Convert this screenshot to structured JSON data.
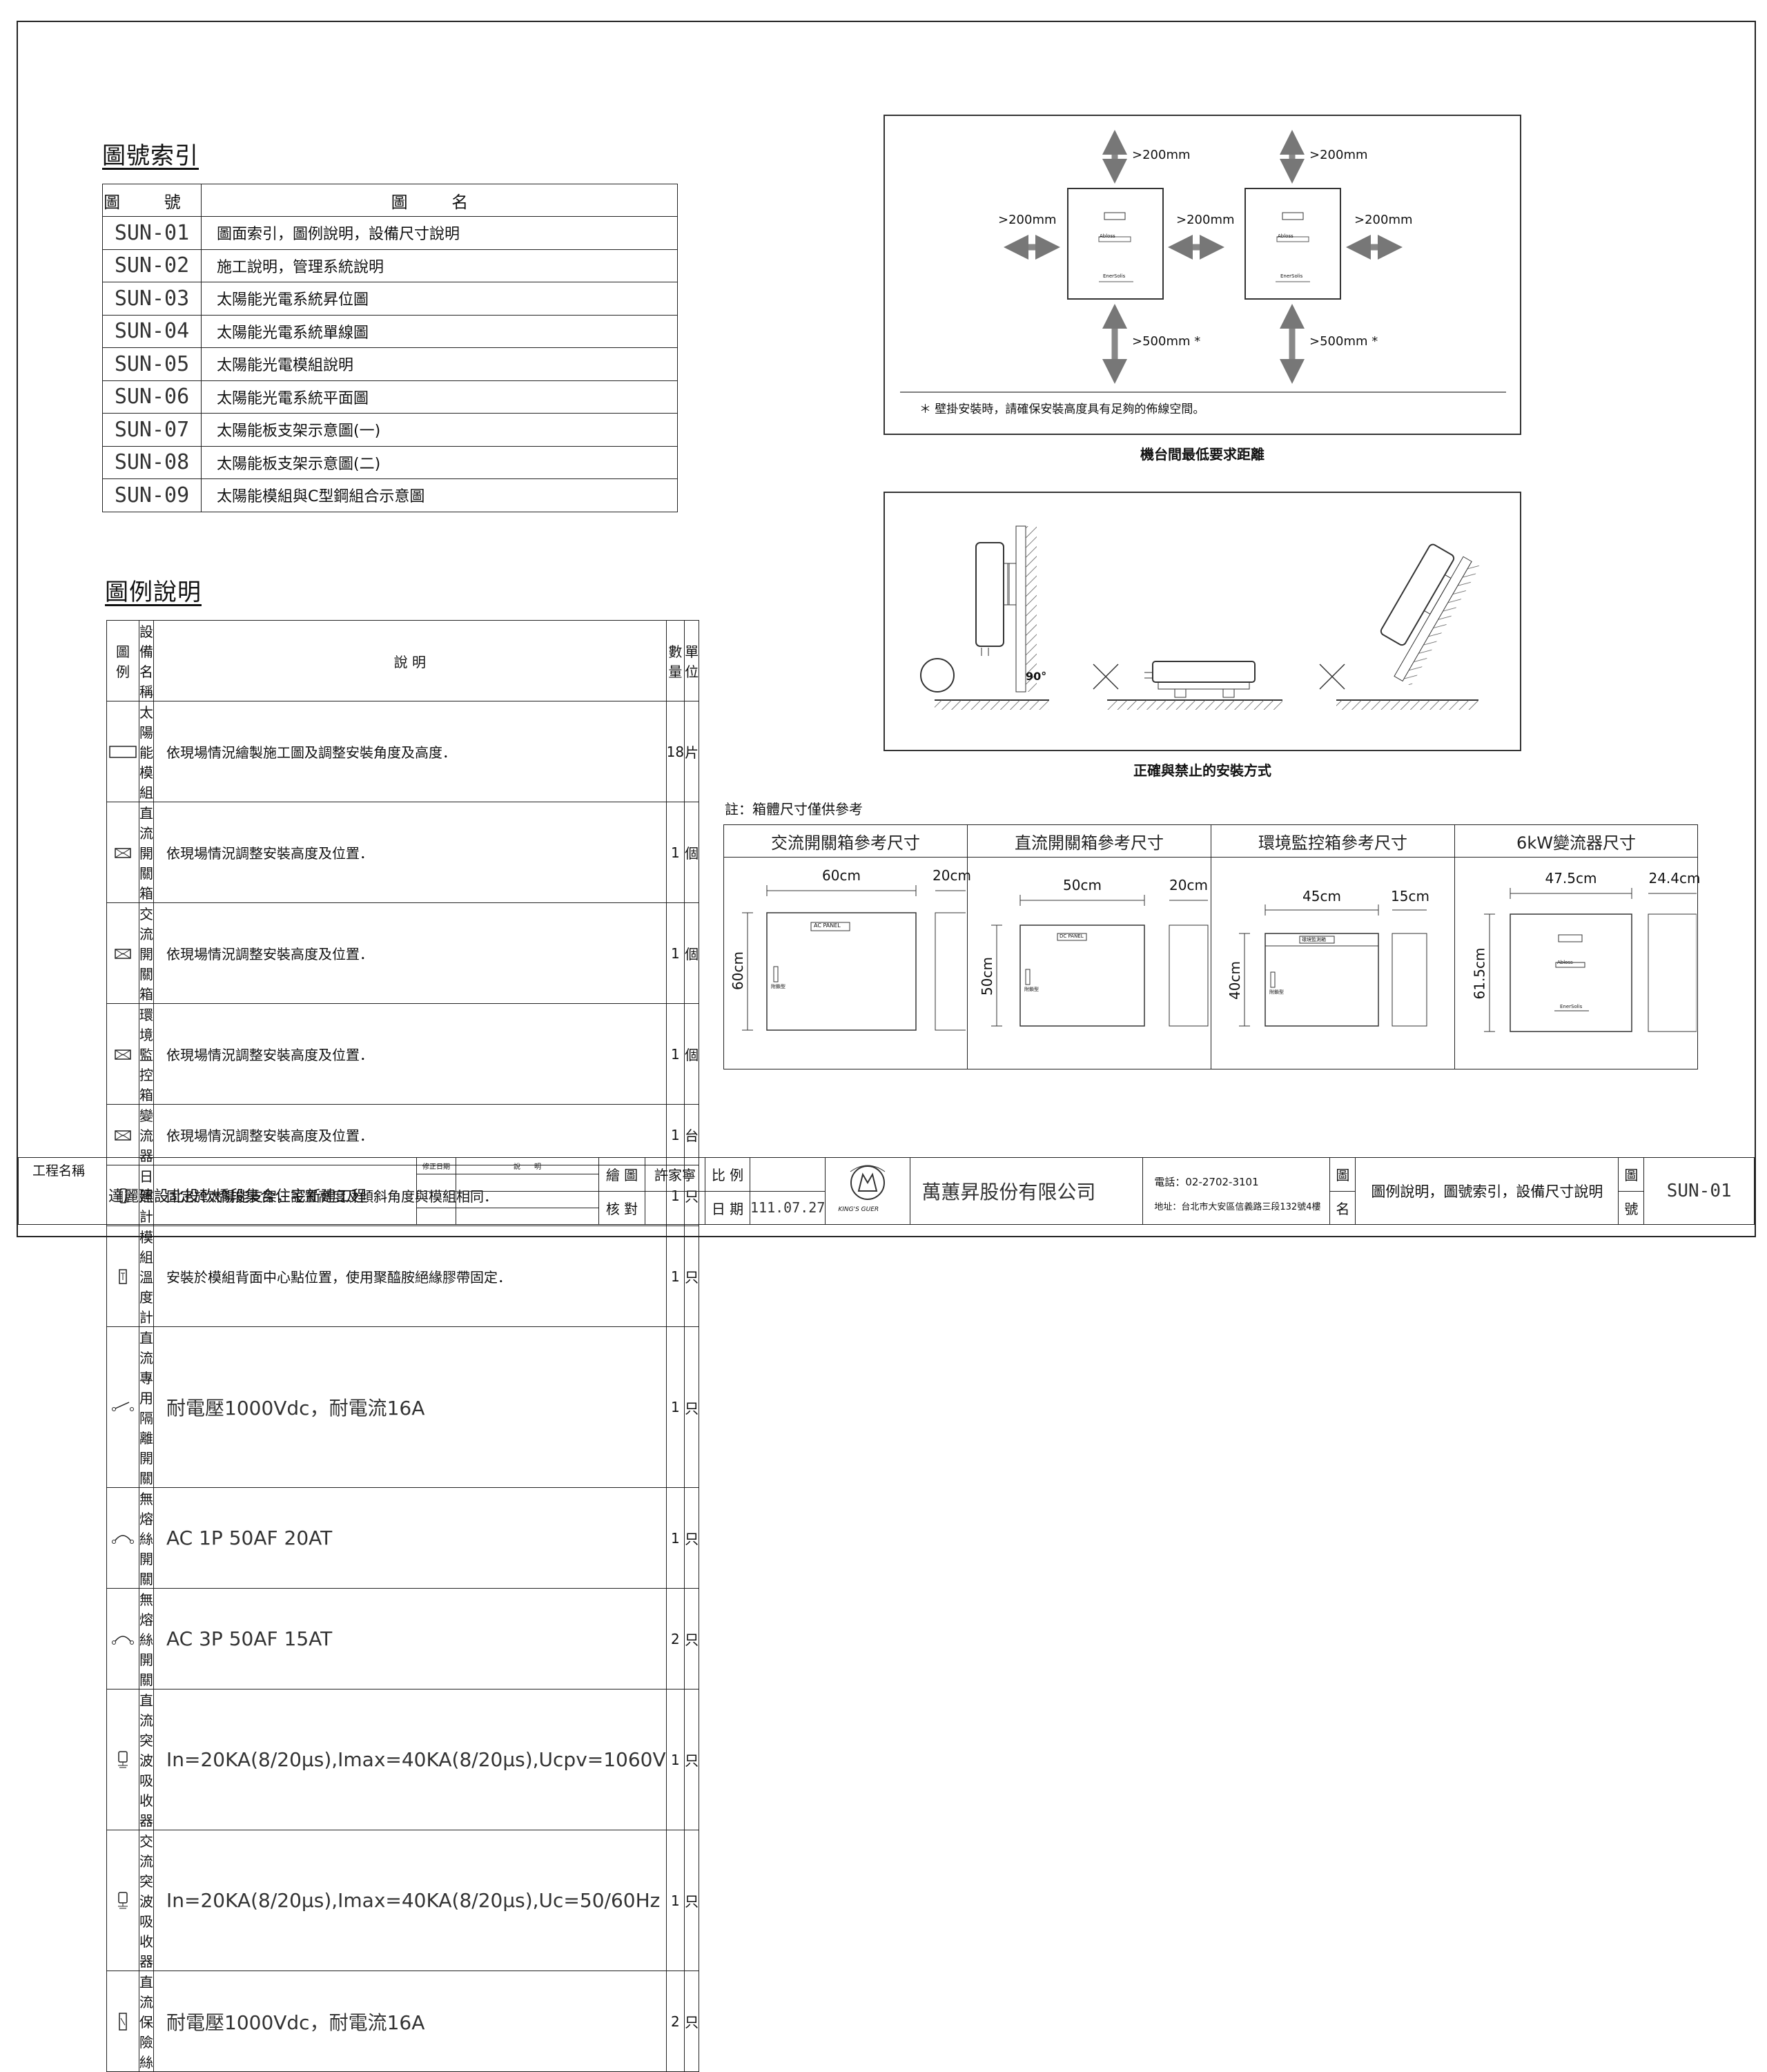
{
  "drawing_index": {
    "title": "圖號索引",
    "headers": [
      "圖 號",
      "圖 名"
    ],
    "rows": [
      {
        "code": "SUN-01",
        "name": "圖面索引，圖例說明，設備尺寸說明"
      },
      {
        "code": "SUN-02",
        "name": "施工說明，管理系統說明"
      },
      {
        "code": "SUN-03",
        "name": "太陽能光電系統昇位圖"
      },
      {
        "code": "SUN-04",
        "name": "太陽能光電系統單線圖"
      },
      {
        "code": "SUN-05",
        "name": "太陽能光電模組說明"
      },
      {
        "code": "SUN-06",
        "name": "太陽能光電系統平面圖"
      },
      {
        "code": "SUN-07",
        "name": "太陽能板支架示意圖(一)"
      },
      {
        "code": "SUN-08",
        "name": "太陽能板支架示意圖(二)"
      },
      {
        "code": "SUN-09",
        "name": "太陽能模組與C型鋼組合示意圖"
      }
    ]
  },
  "legend": {
    "title": "圖例說明",
    "headers": [
      "圖 例",
      "設備名稱",
      "說 明",
      "數量",
      "單位"
    ],
    "rows": [
      {
        "symbol": "rect-icon",
        "name": "太陽能模組",
        "desc": "依現場情況繪製施工圖及調整安裝角度及高度．",
        "qty": "18",
        "unit": "片"
      },
      {
        "symbol": "box-icon",
        "name": "直流開關箱",
        "desc": "依現場情況調整安裝高度及位置．",
        "qty": "1",
        "unit": "個"
      },
      {
        "symbol": "box-icon",
        "name": "交流開關箱",
        "desc": "依現場情況調整安裝高度及位置．",
        "qty": "1",
        "unit": "個"
      },
      {
        "symbol": "box-icon",
        "name": "環境監控箱",
        "desc": "依現場情況調整安裝高度及位置．",
        "qty": "1",
        "unit": "個"
      },
      {
        "symbol": "box-icon",
        "name": "變流器",
        "desc": "依現場情況調整安裝高度及位置．",
        "qty": "1",
        "unit": "台"
      },
      {
        "symbol": "irradiance-icon",
        "name": "日照計",
        "desc": "固定於太陽能支架，設置高度及傾斜角度與模組相同．",
        "qty": "1",
        "unit": "只"
      },
      {
        "symbol": "thermo-icon",
        "name": "模組溫度計",
        "desc": "安裝於模組背面中心點位置，使用聚醯胺絕緣膠帶固定．",
        "qty": "1",
        "unit": "只"
      },
      {
        "symbol": "switch-icon",
        "name": "直流專用隔離開關",
        "desc": "耐電壓1000Vdc，耐電流16A",
        "qty": "1",
        "unit": "只",
        "big": true
      },
      {
        "symbol": "breaker-icon",
        "name": "無熔絲開關",
        "desc": "AC 1P 50AF 20AT",
        "qty": "1",
        "unit": "只",
        "big": true
      },
      {
        "symbol": "breaker-icon",
        "name": "無熔絲開關",
        "desc": "AC 3P 50AF 15AT",
        "qty": "2",
        "unit": "只",
        "big": true
      },
      {
        "symbol": "spd-icon",
        "name": "直流突波吸收器",
        "desc": "In=20KA(8/20μs),Imax=40KA(8/20μs),Ucpv=1060V",
        "qty": "1",
        "unit": "只",
        "big": true
      },
      {
        "symbol": "spd-icon",
        "name": "交流突波吸收器",
        "desc": "In=20KA(8/20μs),Imax=40KA(8/20μs),Uc=50/60Hz",
        "qty": "1",
        "unit": "只",
        "big": true
      },
      {
        "symbol": "fuse-icon",
        "name": "直流保險絲",
        "desc": "耐電壓1000Vdc，耐電流16A",
        "qty": "2",
        "unit": "只",
        "big": true
      }
    ]
  },
  "clearance": {
    "top_label": ">200mm",
    "side_label": ">200mm",
    "bottom_label": ">500mm *",
    "brand": "Abloss",
    "model": "EnerSolis",
    "note": "＊ 壁掛安裝時，請確保安裝高度具有足夠的佈線空間。",
    "caption": "機台間最低要求距離"
  },
  "install": {
    "angle_label": "90°",
    "caption": "正確與禁止的安裝方式"
  },
  "dimensions": {
    "note": "註：箱體尺寸僅供參考",
    "boxes": [
      {
        "title": "交流開關箱參考尺寸",
        "width": "60cm",
        "depth": "20cm",
        "height": "60cm",
        "plate": "AC PANEL",
        "handle": "附鎖型"
      },
      {
        "title": "直流開關箱參考尺寸",
        "width": "50cm",
        "depth": "20cm",
        "height": "50cm",
        "plate": "DC PANEL",
        "handle": "附鎖型"
      },
      {
        "title": "環境監控箱參考尺寸",
        "width": "45cm",
        "depth": "15cm",
        "height": "40cm",
        "plate": "環境監測箱",
        "handle": "附鎖型"
      },
      {
        "title": "6kW變流器尺寸",
        "width": "47.5cm",
        "depth": "24.4cm",
        "height": "61.5cm",
        "plate": "",
        "handle": "",
        "brand": "Abloss",
        "model": "EnerSolis"
      }
    ]
  },
  "title_block": {
    "project_label": "工程名稱",
    "project_name": "達麗建設北投軟橋段集合住宅新建工程",
    "rev_date_label": "修正日期",
    "rev_desc_label": "說　　明",
    "drawn_label": "繪 圖",
    "drawn_by": "許家寧",
    "check_label": "核 對",
    "scale_label": "比 例",
    "date_label": "日 期",
    "date": "111.07.27",
    "logo_text": "KING'S GUER",
    "company": "萬蕙昇股份有限公司",
    "phone": "電話：02-2702-3101",
    "address": "地址：台北市大安區信義路三段132號4樓",
    "drawing_name_label_1": "圖",
    "drawing_name_label_2": "名",
    "drawing_name": "圖例說明，圖號索引，設備尺寸說明",
    "drawing_no_label_1": "圖",
    "drawing_no_label_2": "號",
    "drawing_no": "SUN-01"
  }
}
